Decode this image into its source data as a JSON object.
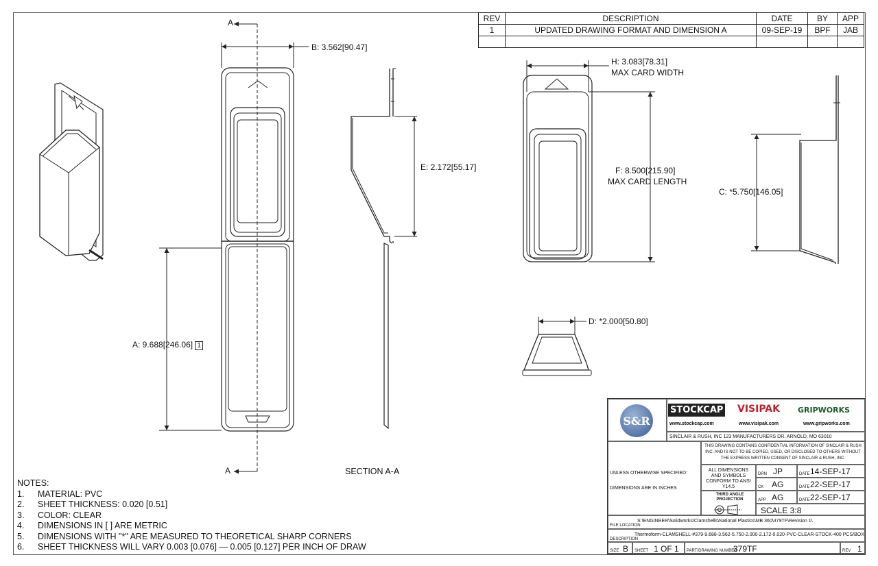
{
  "revision_table": {
    "headers": [
      "REV",
      "DESCRIPTION",
      "DATE",
      "BY",
      "APP"
    ],
    "row": [
      "1",
      "UPDATED DRAWING FORMAT AND DIMENSION A",
      "09-SEP-19",
      "BPF",
      "JAB"
    ]
  },
  "dimensions": {
    "section_marker": "A",
    "b": "B: 3.562[90.47]",
    "e": "E: 2.172[55.17]",
    "a": "A: 9.688[246.06]",
    "a_note_ref": "1",
    "h": "H: 3.083[78.31]",
    "h_sub": "MAX CARD WIDTH",
    "f": "F: 8.500[215.90]",
    "f_sub": "MAX CARD LENGTH",
    "c": "C: *5.750[146.05]",
    "d": "D: *2.000[50.80]"
  },
  "section_label": "SECTION A-A",
  "notes": {
    "title": "NOTES:",
    "items": [
      {
        "num": "1.",
        "text": "MATERIAL: PVC"
      },
      {
        "num": "2.",
        "text": "SHEET THICKNESS: 0.020 [0.51]"
      },
      {
        "num": "3.",
        "text": "COLOR: CLEAR"
      },
      {
        "num": "4.",
        "text": "DIMENSIONS IN [ ] ARE METRIC"
      },
      {
        "num": "5.",
        "text": "DIMENSIONS WITH \"*\" ARE MEASURED TO THEORETICAL SHARP CORNERS"
      },
      {
        "num": "6.",
        "text": "SHEET THICKNESS WILL VARY 0.003 [0.076] — 0.005 [0.127] PER INCH OF DRAW"
      }
    ]
  },
  "title_block": {
    "logo": "S&R",
    "brands": {
      "stockcap": "STOCKCAP",
      "visipak": "VISIPAK",
      "gripworks": "GRIPWORKS"
    },
    "urls": {
      "stockcap": "www.stockcap.com",
      "visipak": "www.visipak.com",
      "gripworks": "www.gripworks.com"
    },
    "company_address": "SINCLAIR & RUSH, INC 123 MANUFACTURERS DR. ARNOLD, MO 63010",
    "confidential": "THIS DRAWING CONTAINS CONFIDENTIAL INFORMATION OF SINCLAIR & RUSH INC. AND IS NOT TO BE COPIED, USED, OR DISCLOSED TO OTHERS WITHOUT THE EXPRESS WRITTEN CONSENT OF SINCLAIR & RUSH, INC.",
    "unless_specified": "UNLESS OTHERWISE SPECIFIED:",
    "dims_in_inches": "DIMENSIONS ARE IN INCHES",
    "ansi_note": "ALL DIMENSIONS AND SYMBOLS CONFORM TO ANSI Y14.5",
    "third_angle": "THIRD ANGLE PROJECTION",
    "drn_label": "DRN",
    "drn_by": "JP",
    "drn_date_label": "DATE",
    "drn_date": "14-SEP-17",
    "chk_label": "CK",
    "chk_by": "AG",
    "chk_date_label": "DATE",
    "chk_date": "22-SEP-17",
    "app_label": "APP",
    "app_by": "AG",
    "app_date_label": "DATE",
    "app_date": "22-SEP-17",
    "scale": "SCALE 3:8",
    "file_location_label": "FILE LOCATION",
    "file_location": "S:\\ENGINEER\\Solidworks\\Clamshells\\National Plastics\\MB 360\\379TF\\Revision 1\\",
    "description_label": "DESCRIPTION",
    "description": "Thermoform-CLAMSHELL-#379-9.688-3.562-5.750-2.000-2.172-0.020-PVC-CLEAR-STOCK-400 PCS/BOX",
    "size_label": "SIZE",
    "size": "B",
    "sheet_label": "SHEET",
    "sheet": "1 OF 1",
    "part_label": "PART/DRAWING NUMBER",
    "part_number": "379TF",
    "rev_label": "REV",
    "rev": "1"
  }
}
